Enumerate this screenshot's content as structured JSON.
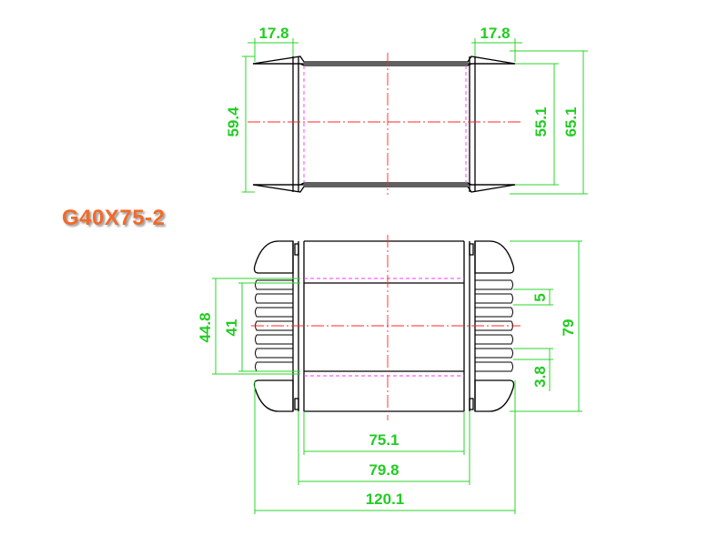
{
  "title": "G40X75-2",
  "colors": {
    "title": "#f26a2a",
    "dimension": "#22cc22",
    "center_line": "#ff2a2a",
    "hidden_line": "#ff33ff",
    "outline": "#000000"
  },
  "dimensions": {
    "top_left_flange": "17.8",
    "top_right_flange": "17.8",
    "top_height_left": "59.4",
    "top_height_inner": "55.1",
    "top_height_outer": "65.1",
    "front_left_outer": "44.8",
    "front_left_inner": "41",
    "front_slot_pitch": "5",
    "front_slot_width": "3.8",
    "front_total_height": "79",
    "width_inner": "75.1",
    "width_mid": "79.8",
    "width_overall": "120.1"
  }
}
